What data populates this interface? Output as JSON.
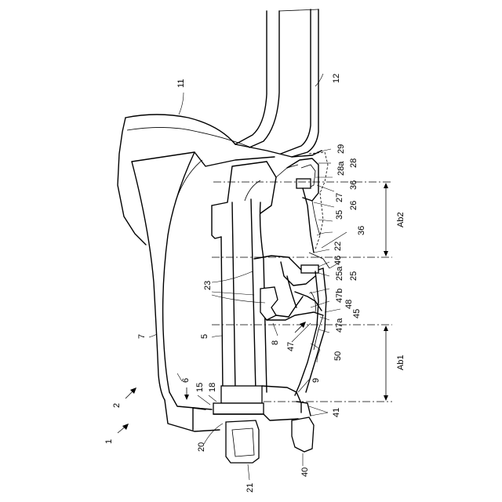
{
  "figure": {
    "labels": {
      "l1": "1",
      "l2": "2",
      "l5": "5",
      "l6": "6",
      "l7": "7",
      "l8": "8",
      "l9": "9",
      "l11": "11",
      "l12": "12",
      "l15": "15",
      "l18": "18",
      "l20": "20",
      "l21": "21",
      "l22": "22",
      "l23": "23",
      "l25": "25",
      "l25a": "25a",
      "l26": "26",
      "l27": "27",
      "l28": "28",
      "l28a": "28a",
      "l29": "29",
      "l35": "35",
      "l36a": "36",
      "l36b": "36",
      "l40": "40",
      "l41": "41",
      "l45": "45",
      "l46": "46",
      "l47": "47",
      "l47a": "47a",
      "l47b": "47b",
      "l48": "48",
      "l50": "50",
      "ab1": "Ab1",
      "ab2": "Ab2"
    }
  }
}
